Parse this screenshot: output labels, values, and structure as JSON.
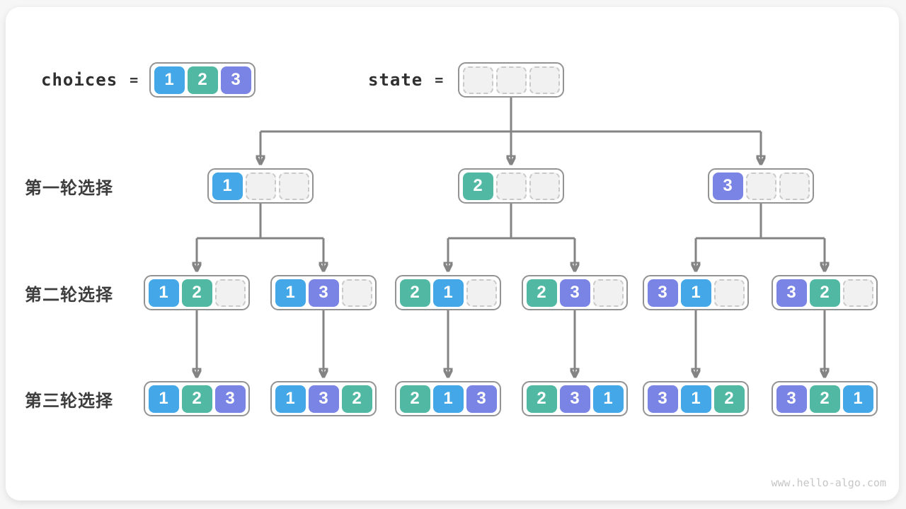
{
  "diagram": {
    "header": {
      "choices_label": "choices",
      "equals": "=",
      "state_label": "state"
    },
    "choices": [
      1,
      2,
      3
    ],
    "initial_state": [
      null,
      null,
      null
    ],
    "rows": [
      {
        "label": "第一轮选择",
        "boxes": [
          [
            1,
            null,
            null
          ],
          [
            2,
            null,
            null
          ],
          [
            3,
            null,
            null
          ]
        ]
      },
      {
        "label": "第二轮选择",
        "boxes": [
          [
            1,
            2,
            null
          ],
          [
            1,
            3,
            null
          ],
          [
            2,
            1,
            null
          ],
          [
            2,
            3,
            null
          ],
          [
            3,
            1,
            null
          ],
          [
            3,
            2,
            null
          ]
        ]
      },
      {
        "label": "第三轮选择",
        "boxes": [
          [
            1,
            2,
            3
          ],
          [
            1,
            3,
            2
          ],
          [
            2,
            1,
            3
          ],
          [
            2,
            3,
            1
          ],
          [
            3,
            1,
            2
          ],
          [
            3,
            2,
            1
          ]
        ]
      }
    ],
    "watermark": "www.hello-algo.com",
    "colors": {
      "1": "#43a7e8",
      "2": "#51b9a3",
      "3": "#7a84e4",
      "empty_cell_bg": "#f1f1f1",
      "empty_cell_border": "#c9c9c9",
      "box_border": "#939393",
      "connector": "#848484"
    }
  }
}
